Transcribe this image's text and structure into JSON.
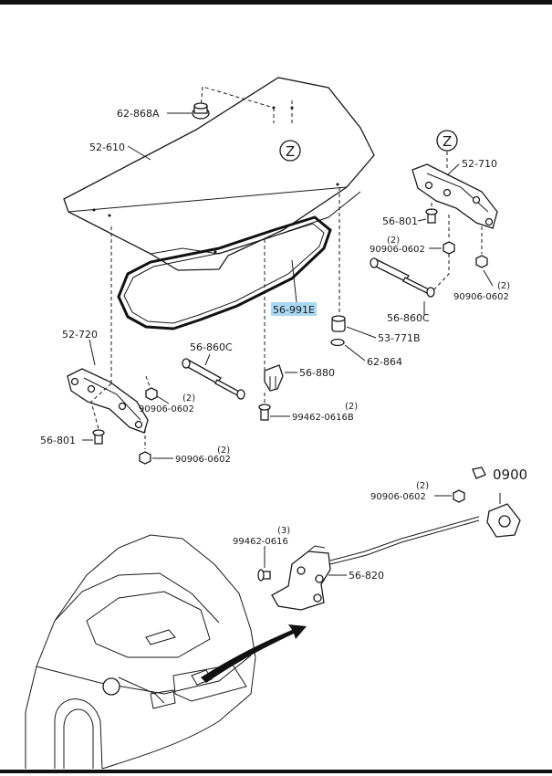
{
  "labels": {
    "p62_868A": "62-868A",
    "p52_610": "52-610",
    "z1": "Z",
    "z2": "Z",
    "p52_710": "52-710",
    "p56_801_right": "56-801",
    "q2_a": "(2)",
    "p90906_0602_a": "90906-0602",
    "q2_b": "(2)",
    "p90906_0602_b": "90906-0602",
    "p56_860C_right": "56-860C",
    "p56_991E": "56-991E",
    "p53_771B": "53-771B",
    "p62_864": "62-864",
    "p52_720": "52-720",
    "p56_860C_left": "56-860C",
    "p56_880": "56-880",
    "q2_c": "(2)",
    "p90906_0602_c": "90906-0602",
    "q2_d": "(2)",
    "p99462_0616B": "99462-0616B",
    "p56_801_left": "56-801",
    "q2_e": "(2)",
    "p90906_0602_d": "90906-0602",
    "p0900": "0900",
    "q2_f": "(2)",
    "p90906_0602_e": "90906-0602",
    "q3": "(3)",
    "p99462_0616": "99462-0616",
    "p56_820": "56-820"
  },
  "highlight_color": "#a9d8f2",
  "line_color": "#1a1a1a"
}
